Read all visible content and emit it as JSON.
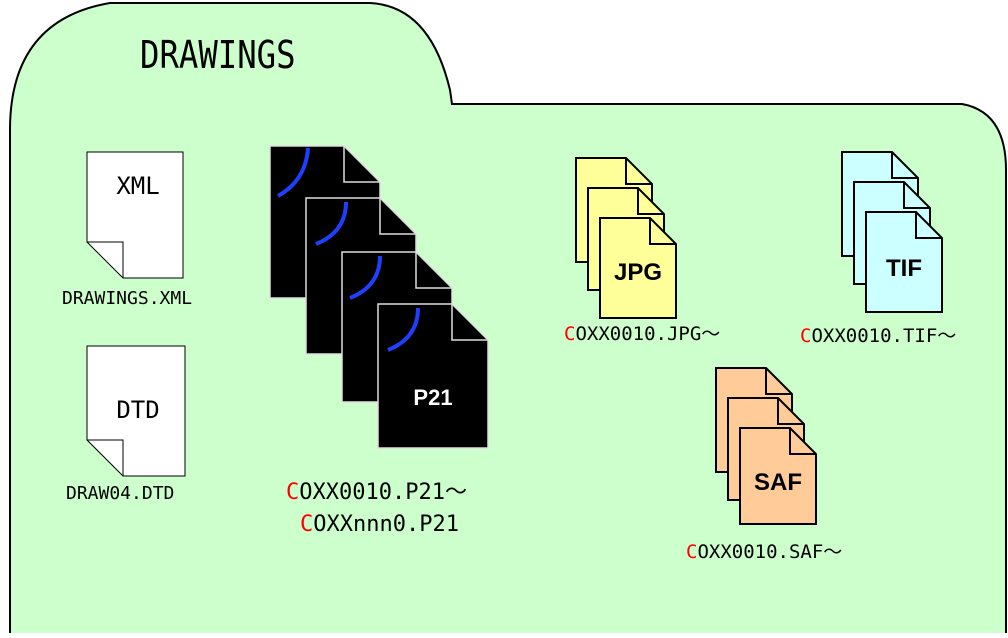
{
  "folder": {
    "title": "DRAWINGS",
    "fill_color": "#ccffcc"
  },
  "files": {
    "xml": {
      "icon_text": "XML",
      "filename": "DRAWINGS.XML"
    },
    "dtd": {
      "icon_text": "DTD",
      "filename": "DRAW04.DTD"
    },
    "p21": {
      "icon_text": "P21",
      "filename_first_prefix": "C",
      "filename_first_rest": "OXX0010.P21～",
      "filename_last_prefix": "C",
      "filename_last_rest": "OXXnnn0.P21"
    },
    "jpg": {
      "icon_text": "JPG",
      "filename_prefix": "C",
      "filename_rest": "OXX0010.JPG～",
      "color": "#ffff99"
    },
    "tif": {
      "icon_text": "TIF",
      "filename_prefix": "C",
      "filename_rest": "OXX0010.TIF～",
      "color": "#ccffff"
    },
    "saf": {
      "icon_text": "SAF",
      "filename_prefix": "C",
      "filename_rest": "OXX0010.SAF～",
      "color": "#ffcc99"
    }
  }
}
